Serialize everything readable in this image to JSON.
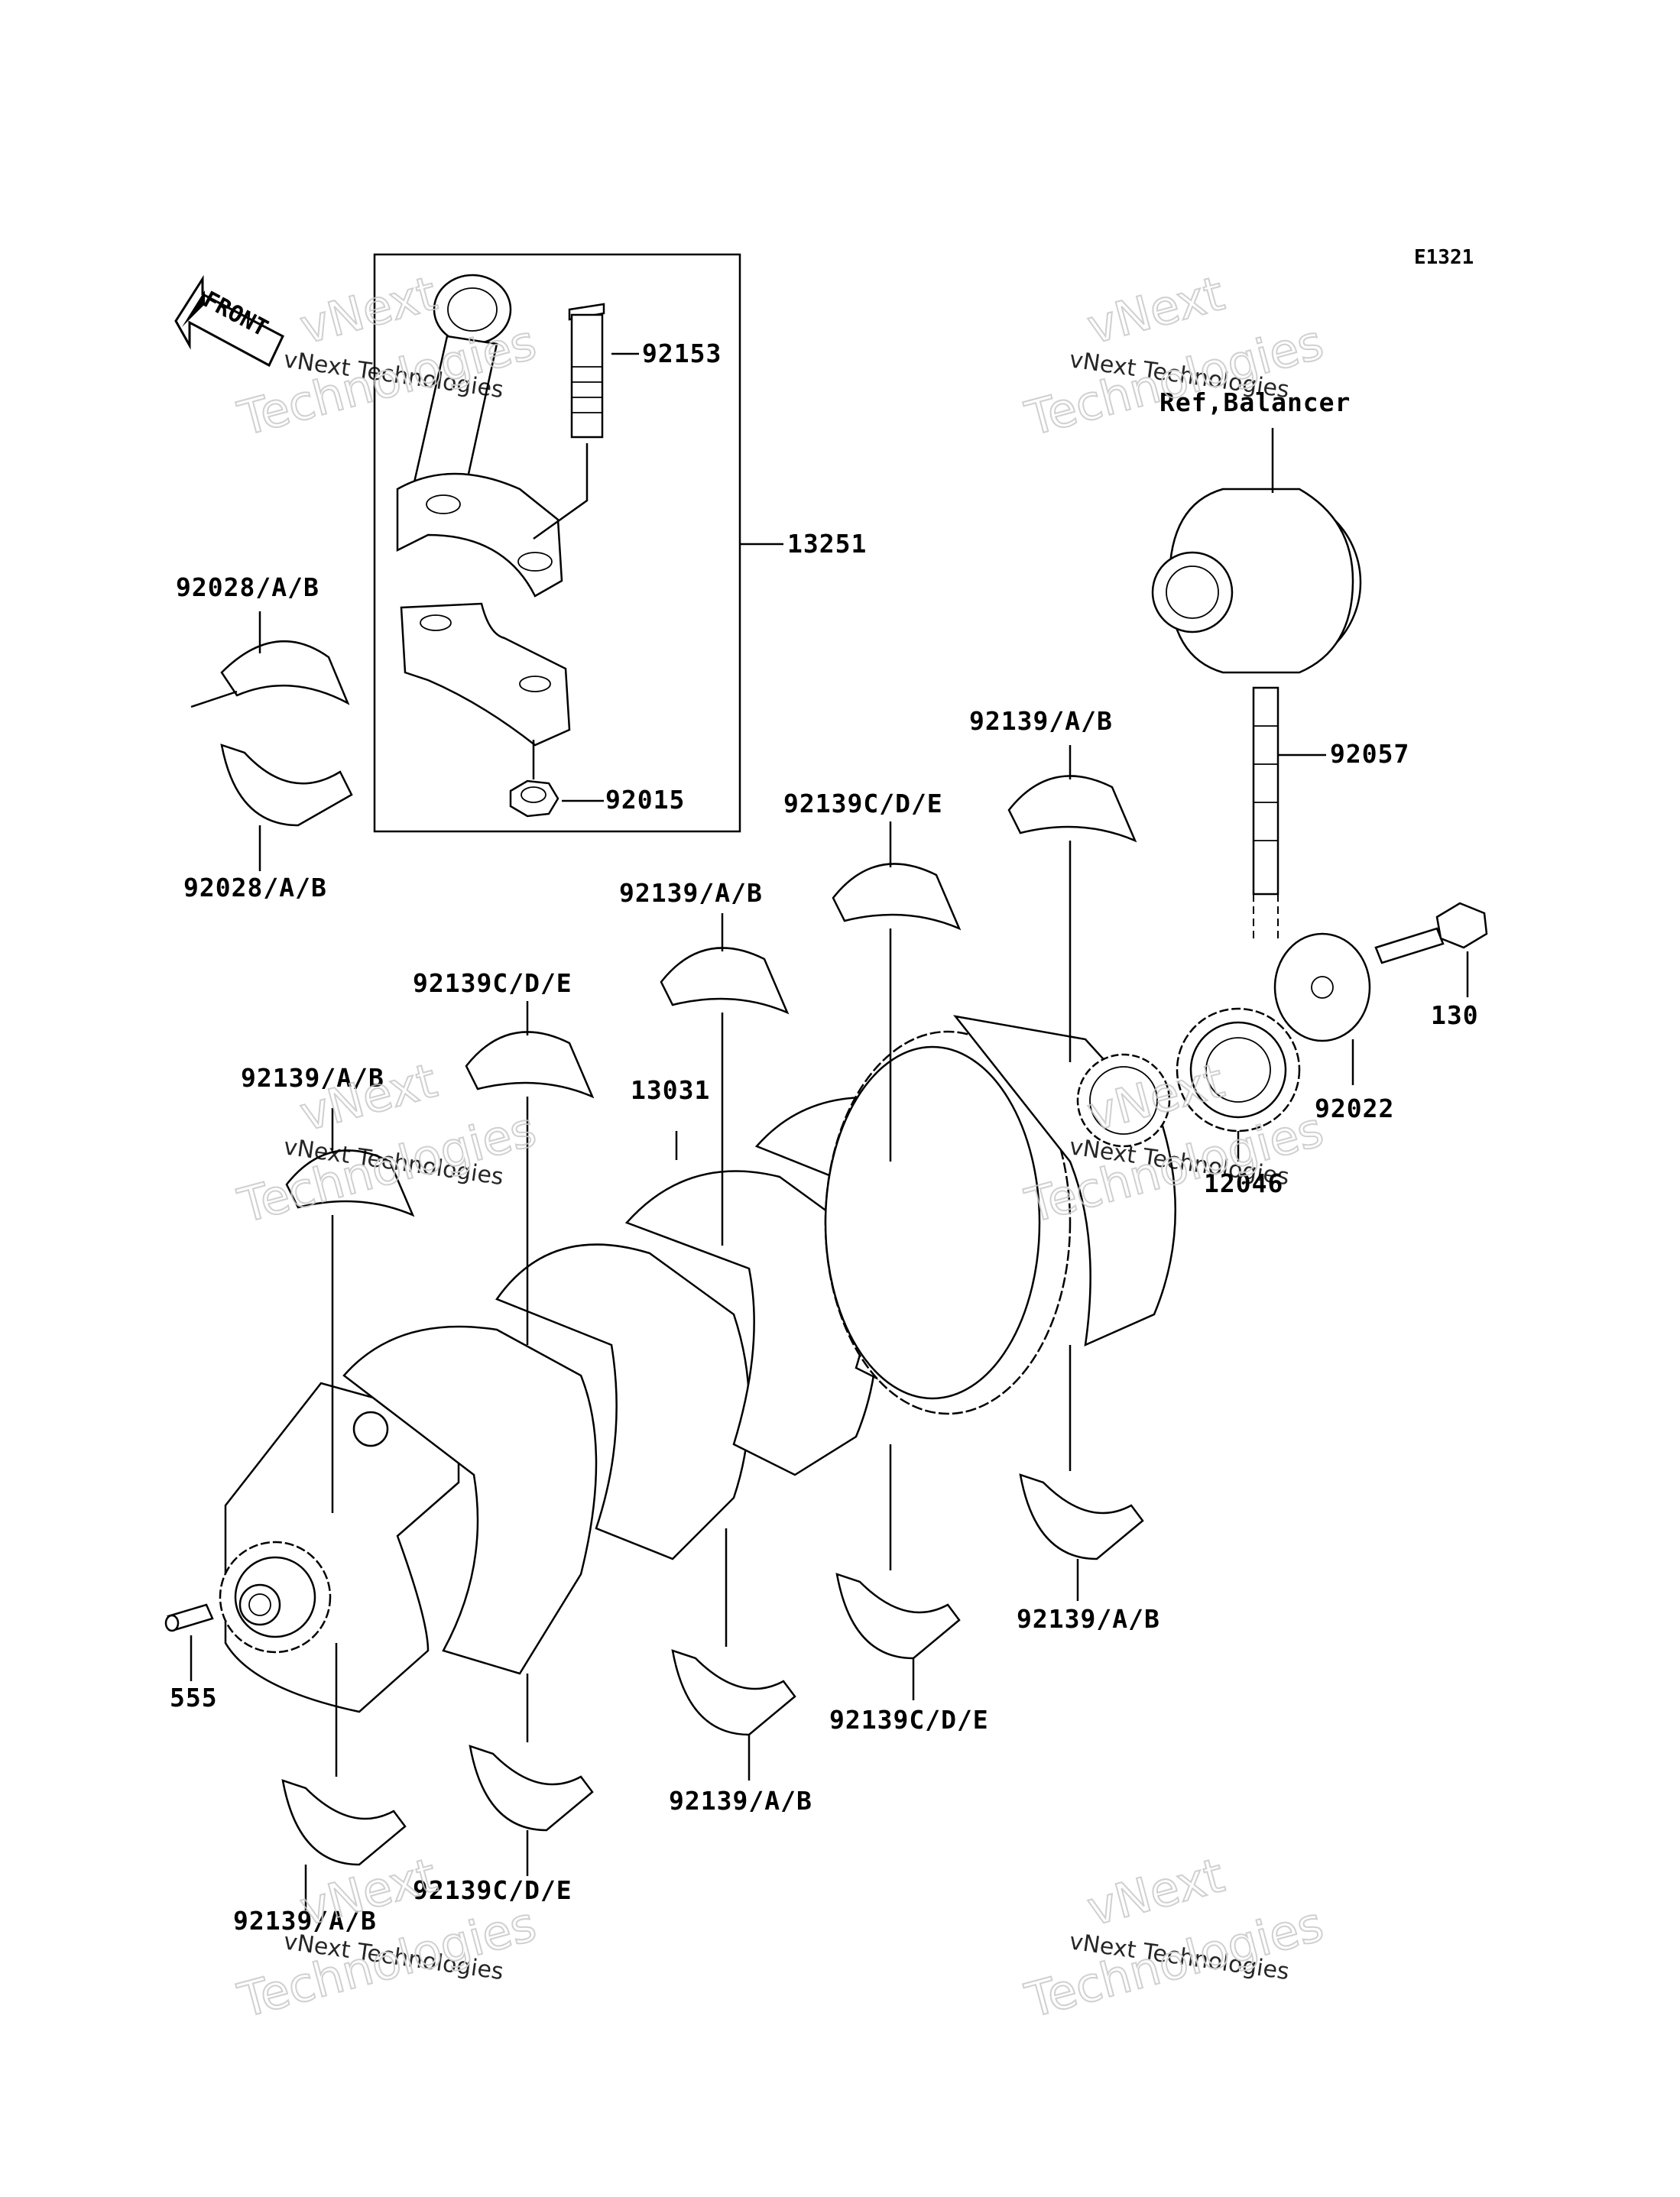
{
  "diagram": {
    "code": "E1321",
    "front_label": "FRONT",
    "ref_label": "Ref,Balancer",
    "labels": {
      "p92153": "92153",
      "p13251": "13251",
      "p92028_top": "92028/A/B",
      "p92028_bot": "92028/A/B",
      "p92015": "92015",
      "p92139ab_1": "92139/A/B",
      "p92057": "92057",
      "p92139cde_1": "92139C/D/E",
      "p92139ab_2": "92139/A/B",
      "p130": "130",
      "p92139cde_2": "92139C/D/E",
      "p13031": "13031",
      "p92022": "92022",
      "p92139ab_3": "92139/A/B",
      "p12046": "12046",
      "p555": "555",
      "p92139ab_4": "92139/A/B",
      "p92139cde_3": "92139C/D/E",
      "p92139ab_5": "92139/A/B",
      "p92139ab_6": "92139/A/B",
      "p92139cde_4": "92139C/D/E"
    },
    "watermark": {
      "line1": "vNext",
      "line2": "vNext Technologies",
      "line3": "Technologies"
    }
  }
}
